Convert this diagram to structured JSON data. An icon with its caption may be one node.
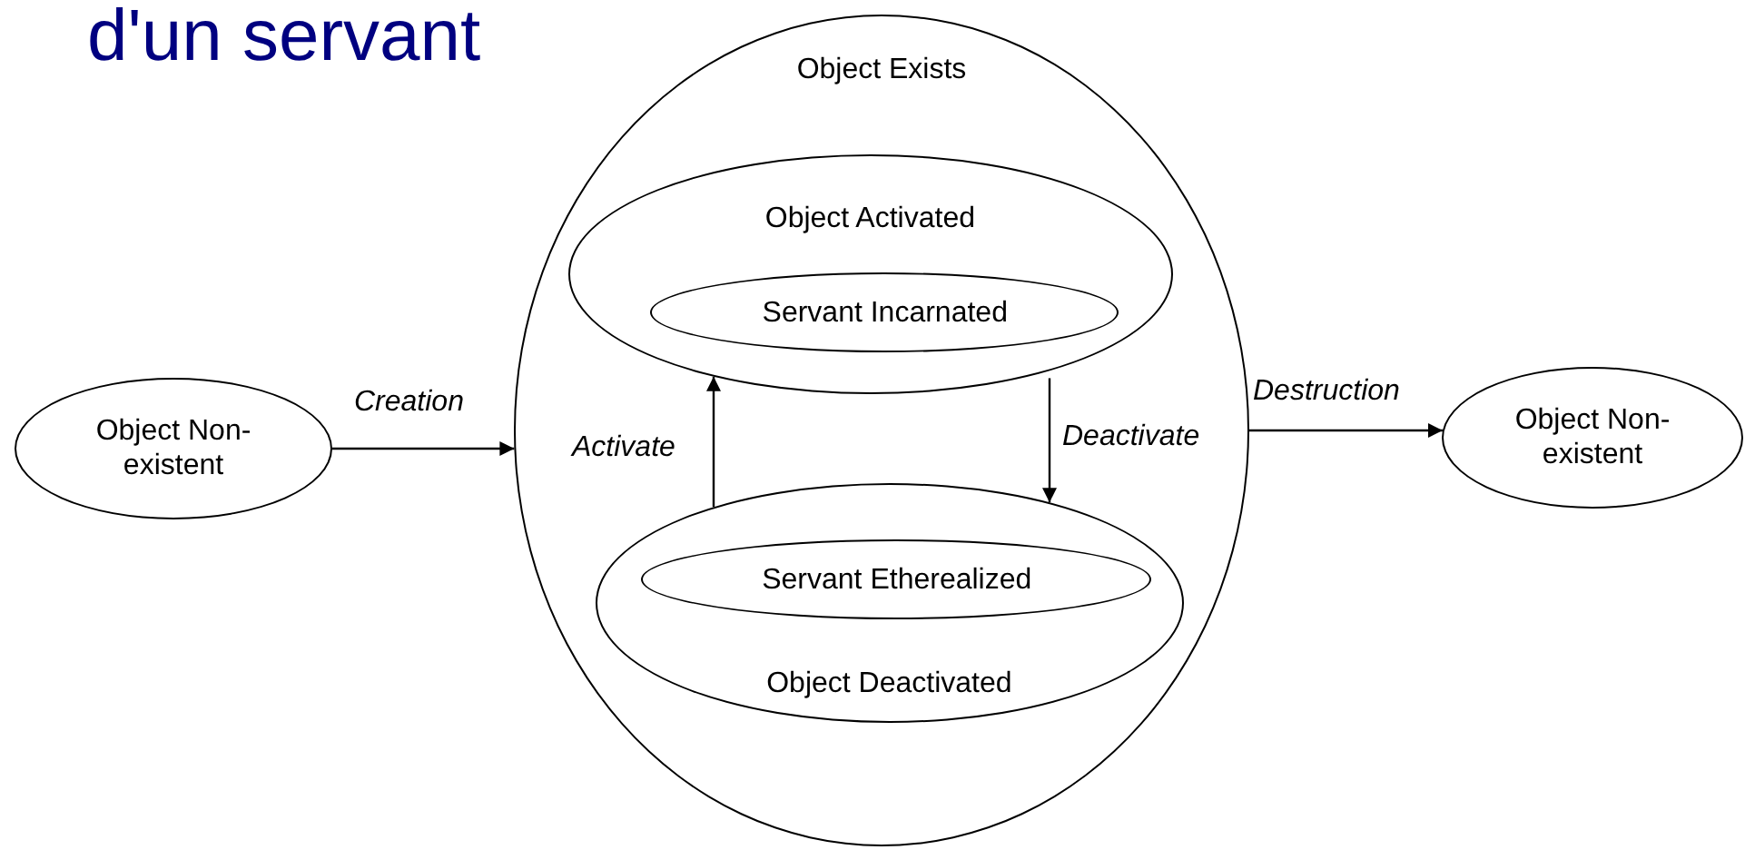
{
  "diagram": {
    "title": "d'un servant",
    "nodes": [
      {
        "text": [
          "Object Non-existent"
        ]
      },
      {
        "text": [
          "Object Exists"
        ]
      },
      {
        "text": [
          "Object Activated"
        ],
        "in": 1
      },
      {
        "text": [
          "Servant Incarnated"
        ],
        "in": 2
      },
      {
        "text": [
          "Object Deactivated"
        ],
        "in": 1
      },
      {
        "text": [
          "Servant Etherealized"
        ],
        "in": 4
      },
      {
        "text": [
          "Object Non-existent"
        ]
      }
    ],
    "edges": [
      {
        "from": 0,
        "to": 1,
        "arrow": "to",
        "label": "Creation"
      },
      {
        "from": 4,
        "to": 2,
        "arrow": "to",
        "label": "Activate"
      },
      {
        "from": 2,
        "to": 4,
        "arrow": "to",
        "label": "Deactivate"
      },
      {
        "from": 1,
        "to": 6,
        "arrow": "to",
        "label": "Destruction"
      }
    ]
  }
}
